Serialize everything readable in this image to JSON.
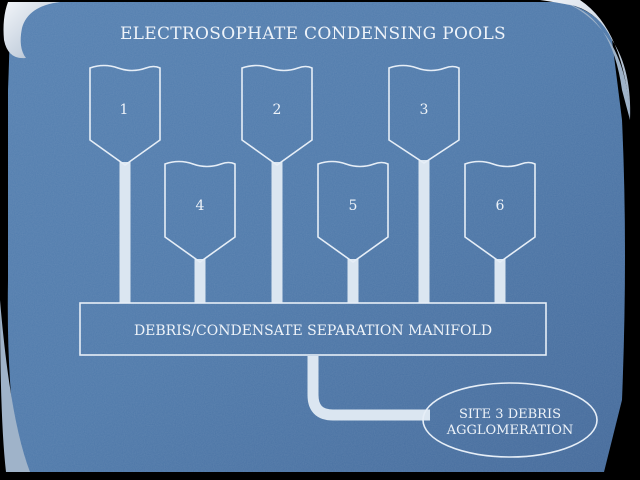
{
  "title": "ELECTROSOPHATE CONDENSING POOLS",
  "pools": [
    {
      "label": "1"
    },
    {
      "label": "2"
    },
    {
      "label": "3"
    },
    {
      "label": "4"
    },
    {
      "label": "5"
    },
    {
      "label": "6"
    }
  ],
  "manifold": {
    "label": "DEBRIS/CONDENSATE SEPARATION MANIFOLD"
  },
  "destination": {
    "line1": "SITE 3 DEBRIS",
    "line2": "AGGLOMERATION"
  },
  "colors": {
    "paper": "#4e79aa",
    "paper_dark": "#3f6796",
    "curl": "#c9d4e0",
    "ink": "#e6eef7",
    "background": "#000000"
  }
}
